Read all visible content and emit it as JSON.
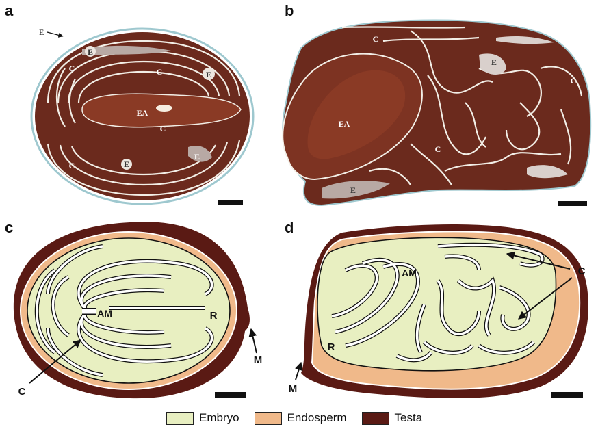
{
  "panels": [
    {
      "letter": "a",
      "labels": {
        "e_top": "E",
        "e1": "E",
        "e2": "E",
        "e3": "E",
        "e4": "E",
        "c1": "C",
        "c2": "C",
        "c3": "C",
        "c4": "C",
        "ea": "EA"
      }
    },
    {
      "letter": "b",
      "labels": {
        "c1": "C",
        "c2": "C",
        "c3": "C",
        "e1": "E",
        "e2": "E",
        "ea": "EA"
      }
    },
    {
      "letter": "c",
      "labels": {
        "am": "AM",
        "r": "R",
        "m": "M",
        "c": "C"
      }
    },
    {
      "letter": "d",
      "labels": {
        "am": "AM",
        "r": "R",
        "m": "M",
        "c": "C"
      }
    }
  ],
  "legend": [
    {
      "label": "Embryo",
      "color": "#e8efc1"
    },
    {
      "label": "Endosperm",
      "color": "#f0b98a"
    },
    {
      "label": "Testa",
      "color": "#5a1a14"
    }
  ],
  "colors": {
    "photo_tissue": "#6b2a1d",
    "photo_tissue_light": "#8a3a25",
    "photo_line": "#f2eee6",
    "photo_endosperm": "#b8a9a4",
    "photo_edge": "#9ec8cf",
    "embryo": "#e8efc1",
    "endosperm": "#f0b98a",
    "testa": "#5a1a14",
    "outline": "#111111"
  }
}
